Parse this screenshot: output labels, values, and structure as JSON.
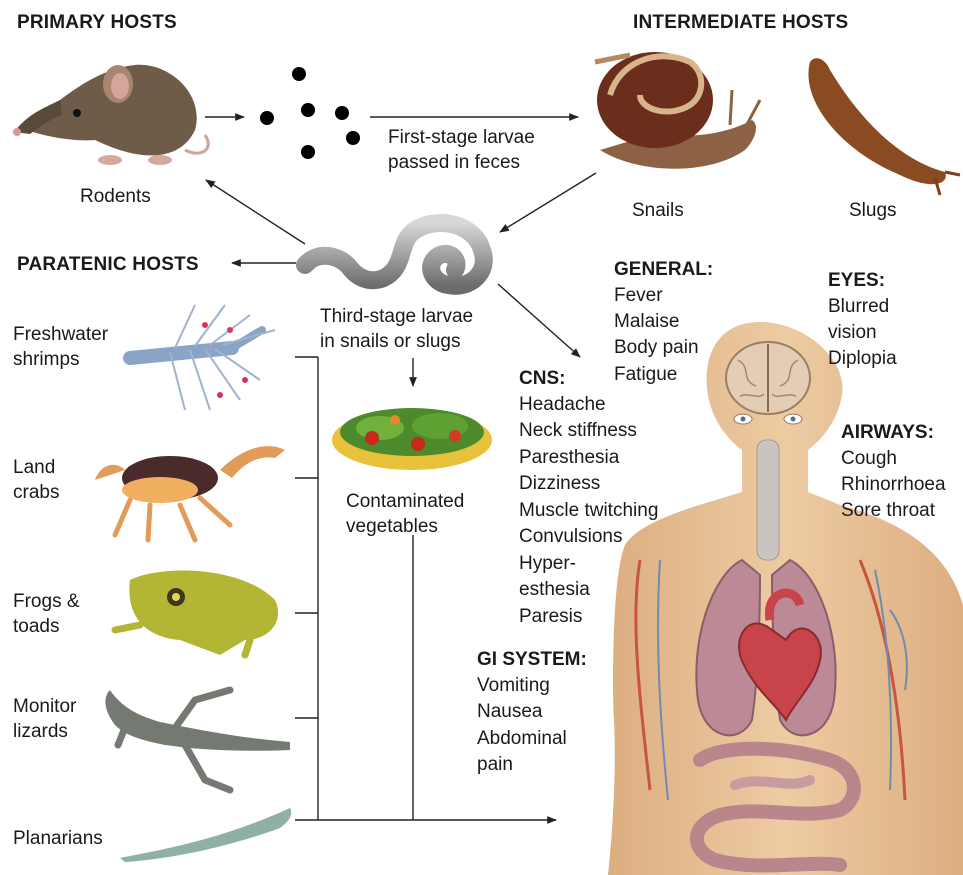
{
  "headers": {
    "primary": "PRIMARY HOSTS",
    "intermediate": "INTERMEDIATE HOSTS",
    "paratenic": "PARATENIC HOSTS"
  },
  "labels": {
    "rodents": "Rodents",
    "first_stage_1": "First-stage larvae",
    "first_stage_2": "passed in feces",
    "snails": "Snails",
    "slugs": "Slugs",
    "third_stage_1": "Third-stage larvae",
    "third_stage_2": "in snails or slugs",
    "contaminated_1": "Contaminated",
    "contaminated_2": "vegetables"
  },
  "paratenic_hosts": [
    {
      "line1": "Freshwater",
      "line2": "shrimps",
      "icon": "shrimp-icon"
    },
    {
      "line1": "Land",
      "line2": "crabs",
      "icon": "crab-icon"
    },
    {
      "line1": "Frogs &",
      "line2": "toads",
      "icon": "frog-icon"
    },
    {
      "line1": "Monitor",
      "line2": "lizards",
      "icon": "lizard-icon"
    },
    {
      "line1": "Planarians",
      "line2": "",
      "icon": "planarian-icon"
    }
  ],
  "symptoms": {
    "general": {
      "title": "GENERAL:",
      "items": [
        "Fever",
        "Malaise",
        "Body pain",
        "Fatigue"
      ]
    },
    "eyes": {
      "title": "EYES:",
      "items": [
        "Blurred",
        "vision",
        "Diplopia"
      ]
    },
    "cns": {
      "title": "CNS:",
      "items": [
        "Headache",
        "Neck stiffness",
        "Paresthesia",
        "Dizziness",
        "Muscle twitching",
        "Convulsions",
        "Hyper-",
        "esthesia",
        "Paresis"
      ]
    },
    "airways": {
      "title": "AIRWAYS:",
      "items": [
        "Cough",
        "Rhinorrhoea",
        "Sore throat"
      ]
    },
    "gi": {
      "title": "GI SYSTEM:",
      "items": [
        "Vomiting",
        "Nausea",
        "Abdominal",
        "pain"
      ]
    }
  },
  "colors": {
    "body": "#e9c59a",
    "arrow": "#222222",
    "text": "#1a1a1a"
  }
}
